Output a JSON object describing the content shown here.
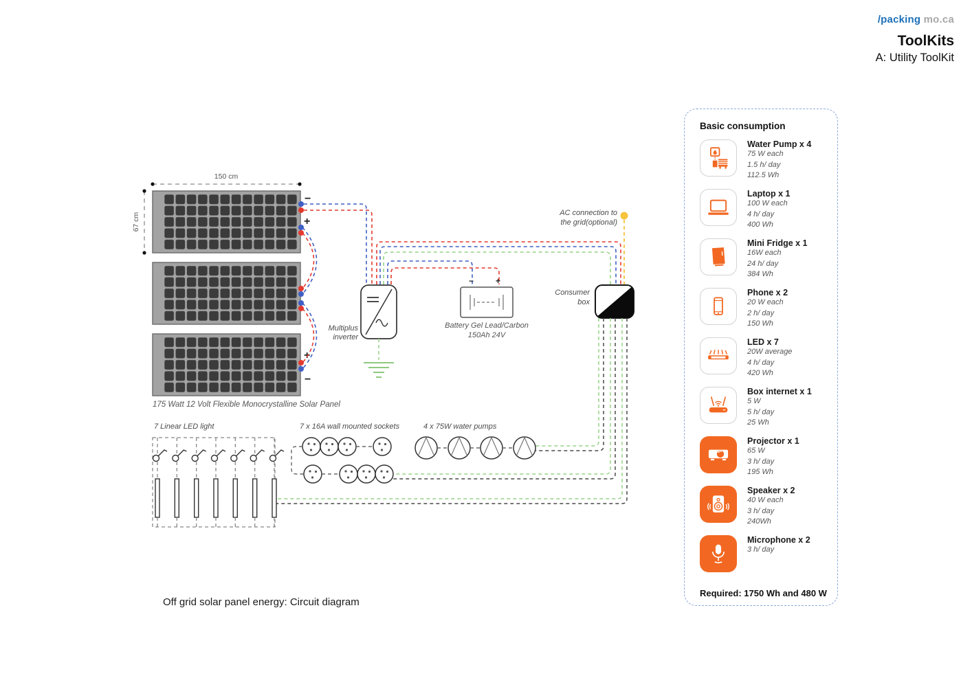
{
  "header": {
    "logo_main": "/packing",
    "logo_suffix": " mo.ca",
    "title": "ToolKits",
    "subtitle": "A: Utility ToolKit"
  },
  "consumption": {
    "title": "Basic consumption",
    "required": "Required: 1750 Wh and 480 W",
    "items": [
      {
        "name": "Water Pump x 4",
        "line1": "75 W each",
        "line2": "1.5 h/ day",
        "line3": "112.5 Wh",
        "icon": "water-pump-icon"
      },
      {
        "name": "Laptop x 1",
        "line1": "100 W each",
        "line2": "4 h/ day",
        "line3": "400 Wh",
        "icon": "laptop-icon"
      },
      {
        "name": "Mini Fridge x 1",
        "line1": "16W each",
        "line2": "24 h/ day",
        "line3": "384 Wh",
        "icon": "fridge-icon"
      },
      {
        "name": "Phone x 2",
        "line1": "20 W each",
        "line2": "2 h/ day",
        "line3": "150 Wh",
        "icon": "phone-icon"
      },
      {
        "name": "LED x 7",
        "line1": "20W average",
        "line2": "4 h/ day",
        "line3": "420 Wh",
        "icon": "led-icon"
      },
      {
        "name": "Box internet x 1",
        "line1": "5 W",
        "line2": "5 h/ day",
        "line3": "25 Wh",
        "icon": "router-icon"
      },
      {
        "name": "Projector x 1",
        "line1": "65 W",
        "line2": "3 h/ day",
        "line3": "195 Wh",
        "icon": "projector-icon"
      },
      {
        "name": "Speaker x 2",
        "line1": "40 W each",
        "line2": "3 h/ day",
        "line3": "240Wh",
        "icon": "speaker-icon"
      },
      {
        "name": "Microphone x 2",
        "line1": "3 h/ day",
        "icon": "microphone-icon"
      }
    ]
  },
  "diagram": {
    "dim_width": "150 cm",
    "dim_height": "67 cm",
    "panel_caption": "175 Watt 12 Volt Flexible Monocrystalline Solar Panel",
    "inverter_label_1": "Multiplus",
    "inverter_label_2": "inverter",
    "battery_label_1": "Battery Gel Lead/Carbon",
    "battery_label_2": "150Ah  24V",
    "ac_label_1": "AC connection to",
    "ac_label_2": "the grid(optional)",
    "consumer_label_1": "Consumer",
    "consumer_label_2": "box",
    "led_label": "7 Linear LED light",
    "sockets_label": "7 x 16A wall mounted sockets",
    "pumps_label": "4 x 75W water pumps",
    "plus": "+",
    "minus": "−",
    "footer": "Off grid solar panel energy: Circuit diagram"
  },
  "colors": {
    "accent_orange": "#f26822",
    "logo_blue": "#1c70b8",
    "wire_red": "#e4392e",
    "wire_blue": "#3f5fc4",
    "wire_green": "#95d487",
    "wire_yellow": "#f6c33c",
    "panel_border_blue": "#8fa8d9"
  }
}
